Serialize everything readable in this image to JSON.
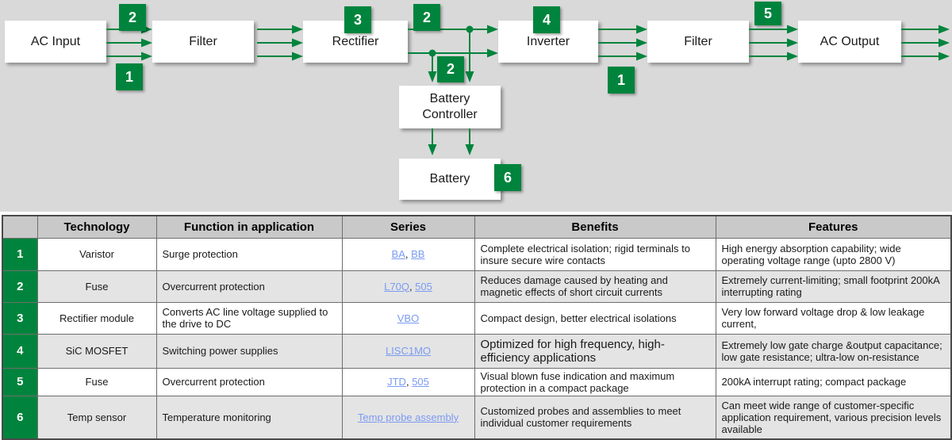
{
  "colors": {
    "accent_green": "#00843D",
    "link_blue": "#7b9bf2"
  },
  "diagram": {
    "boxes": {
      "ac_input": "AC Input",
      "filter1": "Filter",
      "rectifier": "Rectifier",
      "inverter": "Inverter",
      "filter2": "Filter",
      "ac_output": "AC Output",
      "battery_controller": "Battery Controller",
      "battery": "Battery"
    },
    "badges": [
      "2",
      "1",
      "3",
      "2",
      "2",
      "4",
      "1",
      "5",
      "6"
    ]
  },
  "table": {
    "headers": [
      "",
      "Technology",
      "Function in application",
      "Series",
      "Benefits",
      "Features"
    ],
    "rows": [
      {
        "num": "1",
        "technology": "Varistor",
        "function": "Surge protection",
        "series": [
          "BA",
          "BB"
        ],
        "benefits": "Complete electrical isolation; rigid terminals to insure secure wire contacts",
        "features": "High energy absorption capability; wide operating voltage range (upto 2800 V)"
      },
      {
        "num": "2",
        "technology": "Fuse",
        "function": "Overcurrent protection",
        "series": [
          "L70Q",
          "505"
        ],
        "benefits": "Reduces damage caused by heating and magnetic effects of short circuit currents",
        "features": "Extremely current-limiting; small footprint 200kA interrupting rating"
      },
      {
        "num": "3",
        "technology": "Rectifier module",
        "function": "Converts AC line voltage supplied to the drive to DC",
        "series": [
          "VBO"
        ],
        "benefits": "Compact design, better electrical isolations",
        "features": "Very low forward voltage drop & low leakage current,"
      },
      {
        "num": "4",
        "technology": "SiC MOSFET",
        "function": "Switching power supplies",
        "series": [
          "LISC1MO"
        ],
        "benefits": "Optimized for high frequency, high-efficiency applications",
        "features": "Extremely low gate charge &output capacitance; low gate resistance; ultra-low on-resistance"
      },
      {
        "num": "5",
        "technology": "Fuse",
        "function": "Overcurrent protection",
        "series": [
          "JTD",
          "505"
        ],
        "benefits": "Visual blown fuse indication and maximum protection in a compact package",
        "features": "200kA  interrupt rating; compact package"
      },
      {
        "num": "6",
        "technology": "Temp sensor",
        "function": "Temperature monitoring",
        "series": [
          "Temp probe assembly"
        ],
        "benefits": "Customized probes and assemblies to meet individual customer requirements",
        "features": "Can meet wide range of customer-specific application requirement, various precision levels available"
      }
    ]
  }
}
